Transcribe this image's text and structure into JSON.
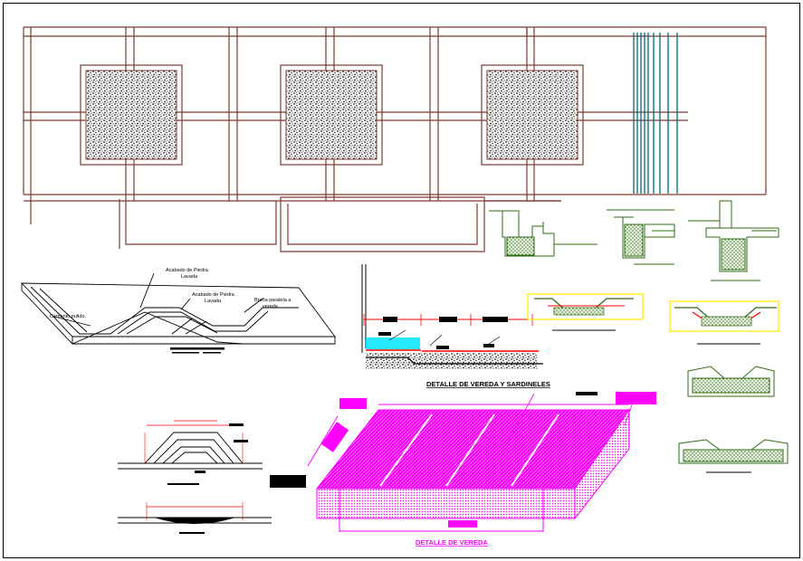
{
  "colors": {
    "background": "#ffffff",
    "frame": "#000000",
    "plan_lines": "#7a3b2e",
    "gravel": "#222222",
    "cyan": "#00e5ff",
    "magenta": "#ff00ff",
    "red": "#ff0000",
    "yellow": "#ffee00",
    "green": "#2e6b12",
    "teal": "#006a7a"
  },
  "curb_detail": {
    "label_acabado_1": "Acabado de Piedra",
    "label_lavada_1": "Lavada",
    "label_acabado_2": "Acabado de Piedra",
    "label_lavada_2": "Lavada",
    "label_bruna_1": "Bruña paralela a",
    "label_bruna_2": "vereda",
    "label_cemento": "Cemento pulido."
  },
  "titles": {
    "vereda_sardineles": "DETALLE DE VEREDA Y SARDINELES",
    "vereda": "DETALLE DE VEREDA"
  }
}
